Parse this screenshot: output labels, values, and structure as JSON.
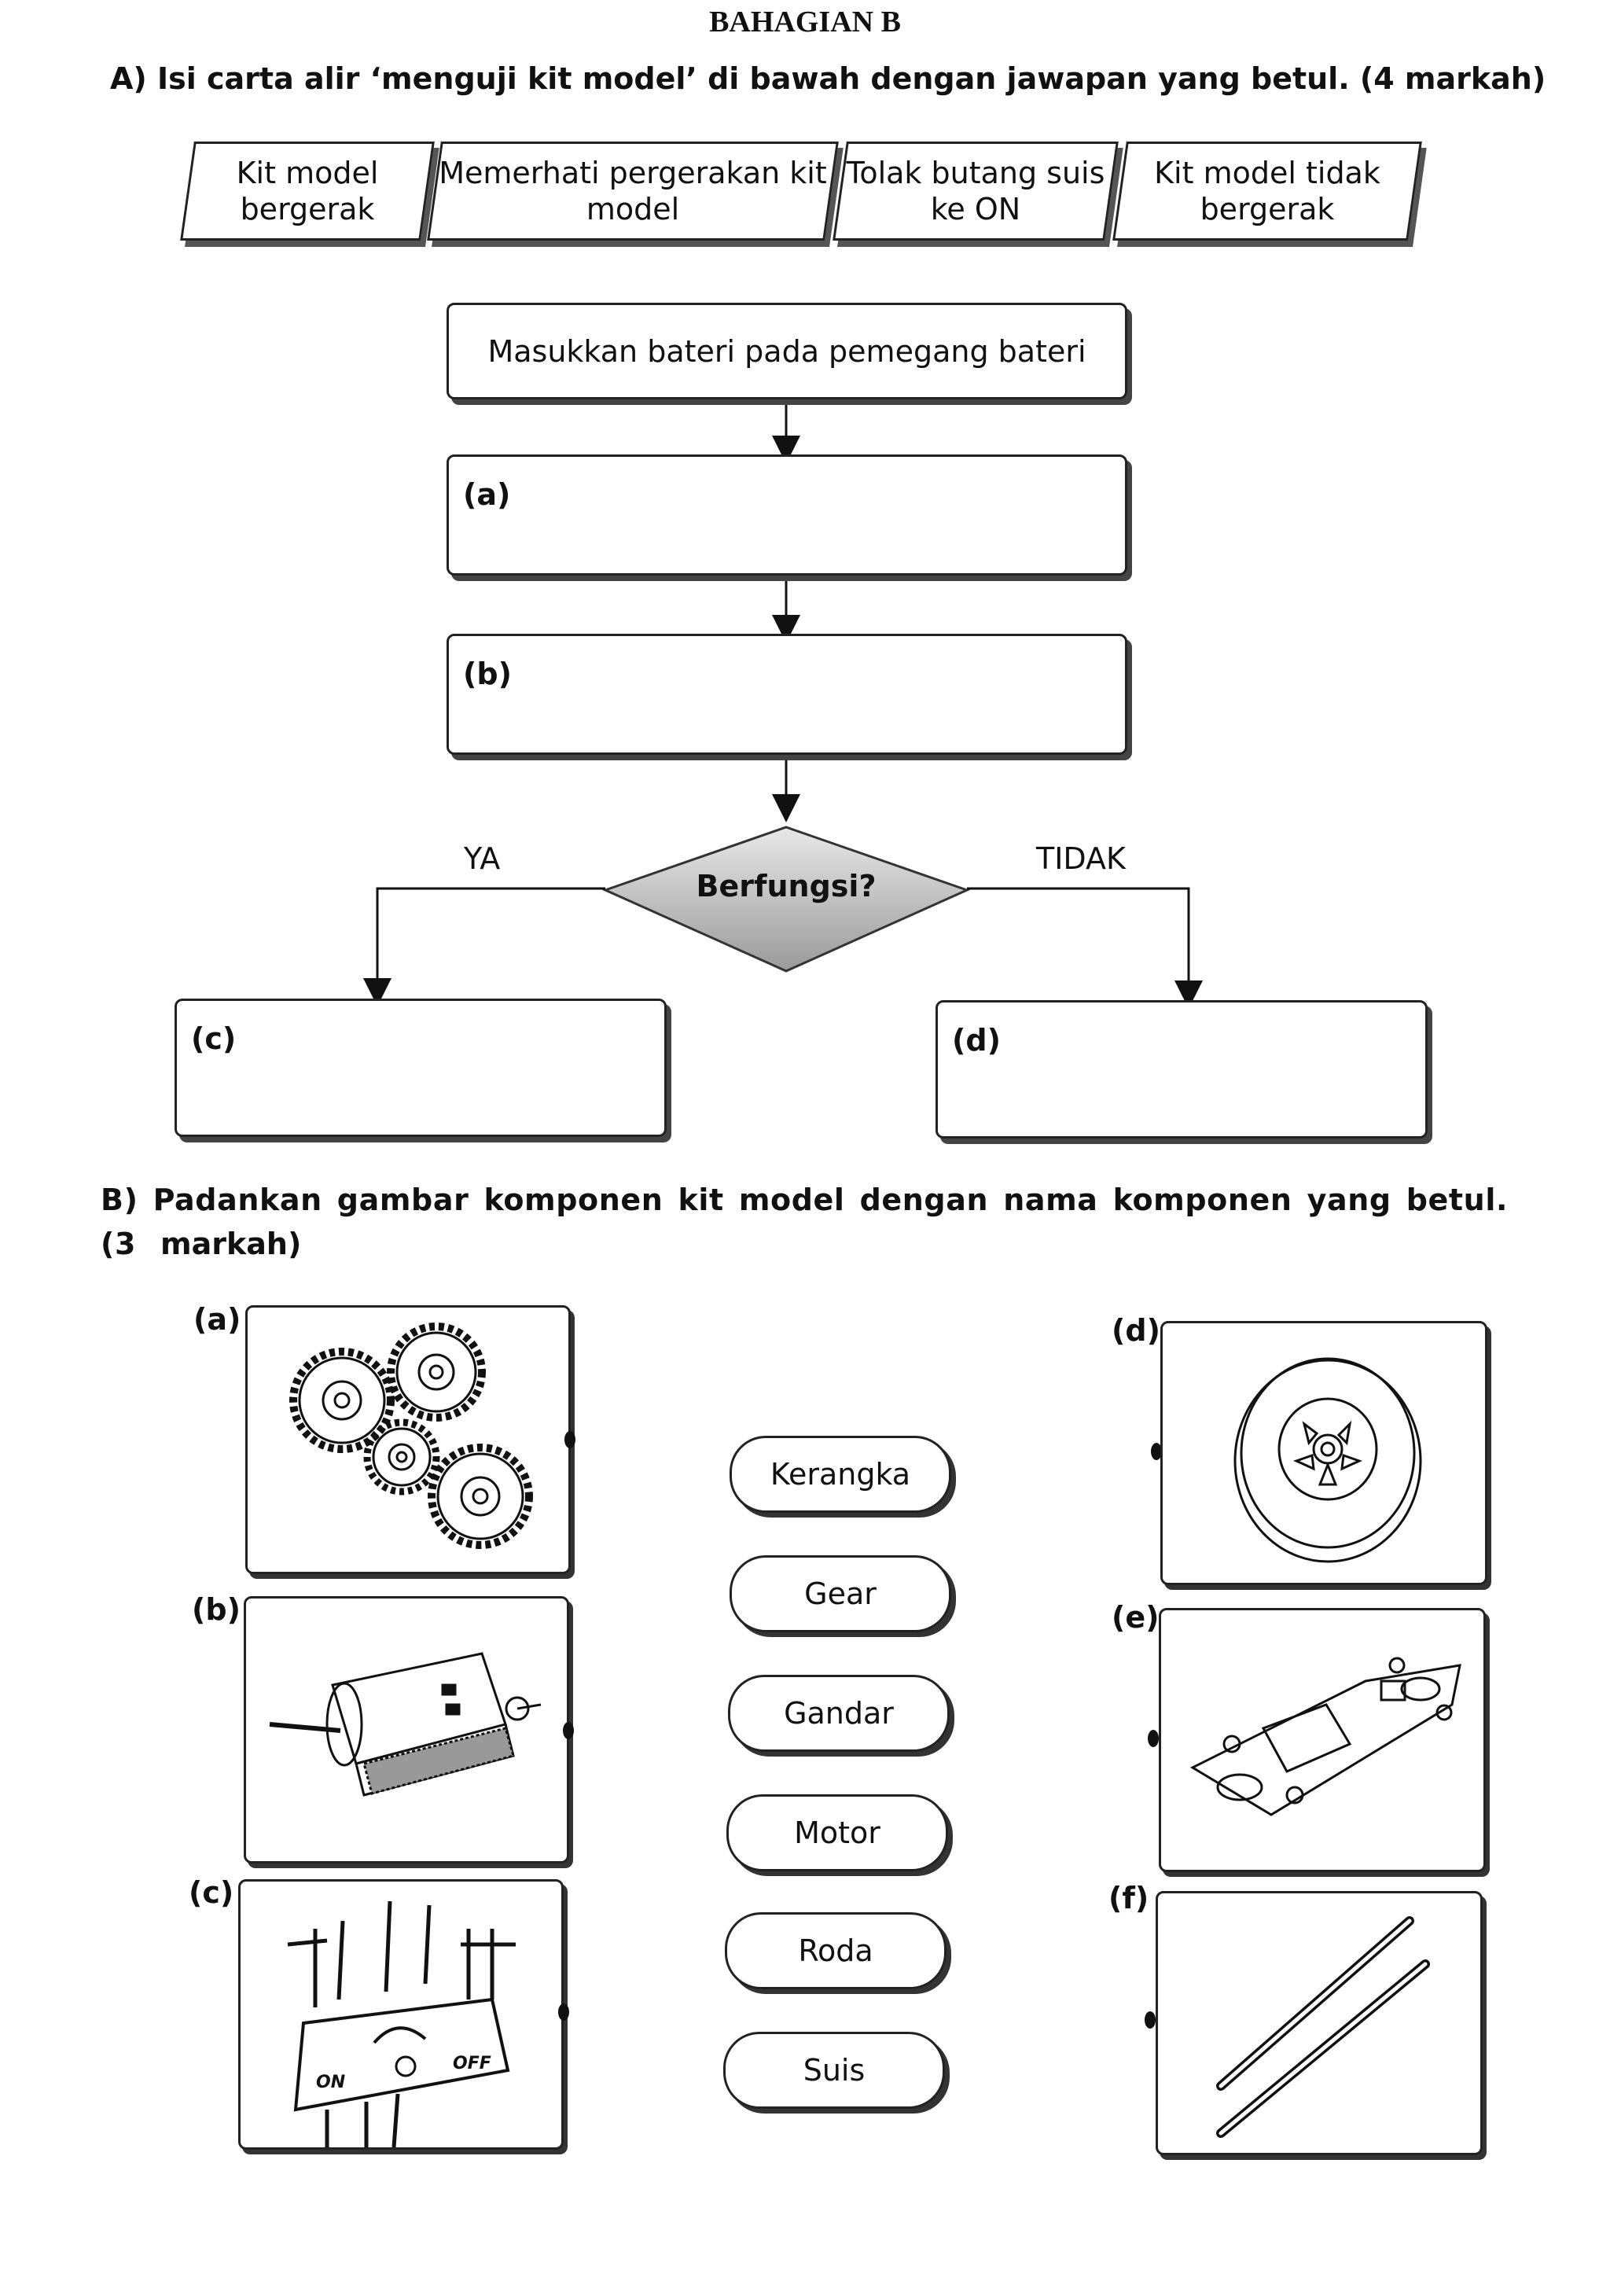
{
  "header": {
    "title": "BAHAGIAN B"
  },
  "section_a": {
    "question": "A)  Isi carta alir ‘menguji kit model’ di bawah dengan jawapan yang betul. (4 markah)",
    "options": [
      "Kit model bergerak",
      "Memerhati pergerakan kit model",
      "Tolak butang suis ke ON",
      "Kit model tidak bergerak"
    ],
    "start_step": "Masukkan bateri pada pemegang bateri",
    "blank_labels": [
      "(a)",
      "(b)",
      "(c)",
      "(d)"
    ],
    "decision": "Berfungsi?",
    "yes_label": "YA",
    "no_label": "TIDAK"
  },
  "section_b": {
    "question_line1": "B)  Padankan gambar komponen kit model dengan nama komponen yang betul.  (3",
    "question_line2": "markah)",
    "picture_labels": [
      "(a)",
      "(b)",
      "(c)",
      "(d)",
      "(e)",
      "(f)"
    ],
    "picture_names": [
      "gear-picture",
      "motor-picture",
      "switch-picture",
      "wheel-picture",
      "chassis-picture",
      "axle-picture"
    ],
    "switch_on": "ON",
    "switch_off": "OFF",
    "names": [
      "Kerangka",
      "Gear",
      "Gandar",
      "Motor",
      "Roda",
      "Suis"
    ]
  }
}
